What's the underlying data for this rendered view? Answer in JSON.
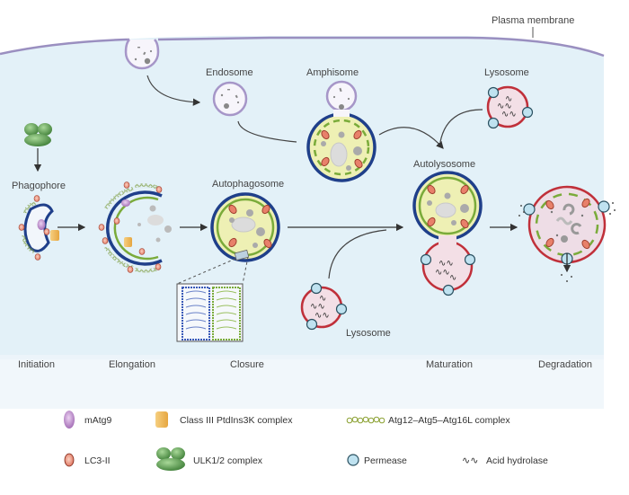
{
  "title_label": "Plasma membrane",
  "organelles": {
    "endosome": "Endosome",
    "amphisome": "Amphisome",
    "lysosome_top": "Lysosome",
    "phagophore": "Phagophore",
    "autophagosome": "Autophagosome",
    "autolysosome": "Autolysosome",
    "lysosome_bottom": "Lysosome"
  },
  "stages": [
    "Initiation",
    "Elongation",
    "Closure",
    "Maturation",
    "Degradation"
  ],
  "legend": {
    "matg9": "mAtg9",
    "pi3k": "Class III PtdIns3K complex",
    "atg12": "Atg12–Atg5–Atg16L complex",
    "lc3": "LC3-II",
    "ulk": "ULK1/2 complex",
    "permease": "Permease",
    "hydrolase": "Acid hydrolase"
  },
  "colors": {
    "cytoplasm": "#e3f1f8",
    "plasma_membrane": "#9a8fc0",
    "outer_membrane": "#1f3f8a",
    "inner_membrane": "#7aab3a",
    "lumen": "#eef0b4",
    "lysosome_membrane": "#c0303a",
    "lysosome_lumen": "#f3dfe6",
    "permease": "#bfe2f0",
    "lc3": "#e8806a",
    "matg9": "#b888c8",
    "pi3k": "#f0b860",
    "ulk": "#5a9a4a"
  }
}
